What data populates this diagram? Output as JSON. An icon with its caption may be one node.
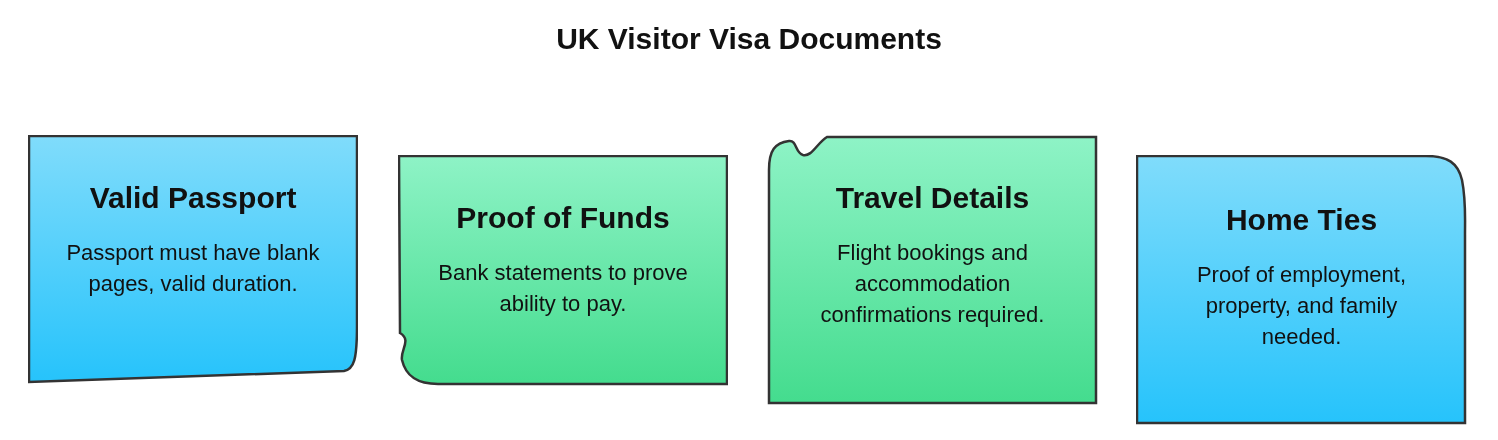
{
  "diagram": {
    "title": "UK Visitor Visa Documents",
    "nodes": [
      {
        "text": [
          "Valid Passport",
          "Passport must have blank pages, valid duration."
        ]
      },
      {
        "text": [
          "Proof of Funds",
          "Bank statements to prove ability to pay."
        ]
      },
      {
        "text": [
          "Travel Details",
          "Flight bookings and accommodation confirmations required."
        ]
      },
      {
        "text": [
          "Home Ties",
          "Proof of employment, property, and family needed."
        ]
      }
    ],
    "edges": []
  }
}
